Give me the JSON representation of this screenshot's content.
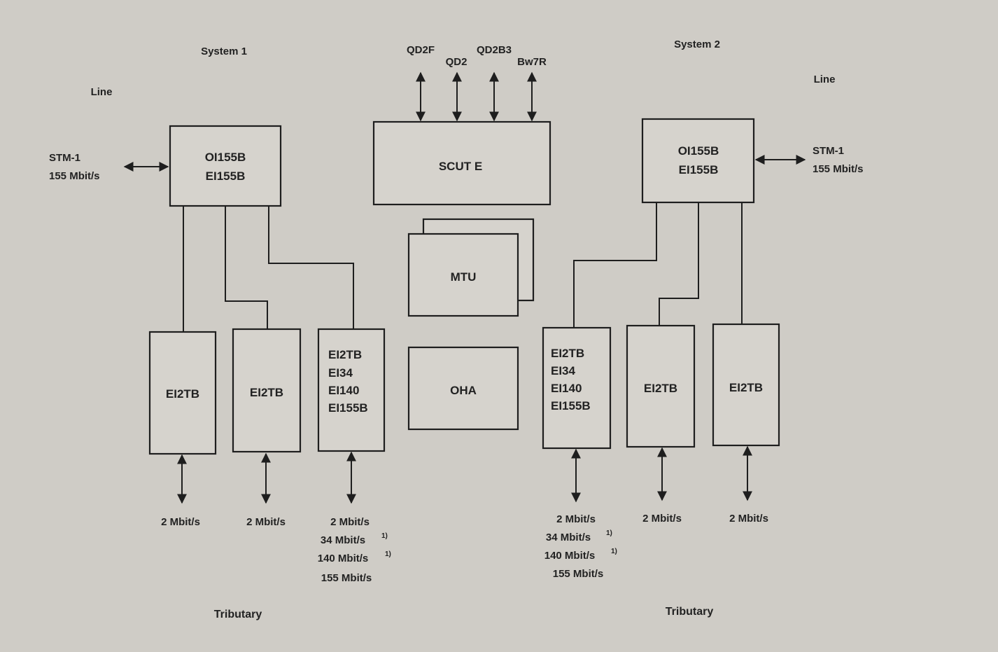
{
  "system1": {
    "title": "System 1",
    "line_label": "Line",
    "stm_label": "STM-1",
    "stm_rate": "155 Mbit/s",
    "line_unit": [
      "OI155B",
      "EI155B"
    ],
    "trib_units": [
      {
        "lines": [
          "EI2TB"
        ],
        "rates": [
          "2 Mbit/s"
        ]
      },
      {
        "lines": [
          "EI2TB"
        ],
        "rates": [
          "2 Mbit/s"
        ]
      },
      {
        "lines": [
          "EI2TB",
          "EI34",
          "EI140",
          "EI155B"
        ],
        "rates": [
          "2 Mbit/s",
          "34 Mbit/s",
          "140 Mbit/s",
          "155 Mbit/s"
        ]
      }
    ],
    "tributary_label": "Tributary"
  },
  "center": {
    "interfaces": [
      "QD2F",
      "QD2",
      "QD2B3",
      "Bw7R"
    ],
    "scut": "SCUT E",
    "mtu": "MTU",
    "oha": "OHA"
  },
  "system2": {
    "title": "System 2",
    "line_label": "Line",
    "stm_label": "STM-1",
    "stm_rate": "155 Mbit/s",
    "line_unit": [
      "OI155B",
      "EI155B"
    ],
    "trib_units": [
      {
        "lines": [
          "EI2TB",
          "EI34",
          "EI140",
          "EI155B"
        ],
        "rates": [
          "2 Mbit/s",
          "34 Mbit/s",
          "140 Mbit/s",
          "155 Mbit/s"
        ]
      },
      {
        "lines": [
          "EI2TB"
        ],
        "rates": [
          "2 Mbit/s"
        ]
      },
      {
        "lines": [
          "EI2TB"
        ],
        "rates": [
          "2 Mbit/s"
        ]
      }
    ],
    "tributary_label": "Tributary"
  },
  "footnote_mark": "1)"
}
